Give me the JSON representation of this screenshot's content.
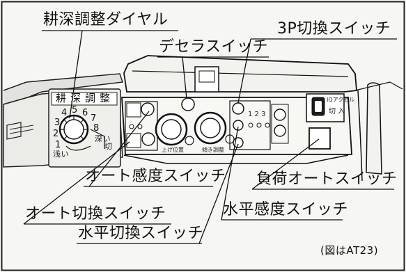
{
  "labels": {
    "depth_dial": "耕深調整ダイヤル",
    "deceleration_switch": "デセラスイッチ",
    "three_p_switch": "3P切換スイッチ",
    "auto_sensitivity_switch": "オート感度スイッチ",
    "load_auto_switch": "負荷オートスイッチ",
    "auto_switch": "オート切換スイッチ",
    "level_sensitivity_switch": "水平感度スイッチ",
    "level_switch": "水平切換スイッチ"
  },
  "caption": "(図はAT23)",
  "dial": {
    "title": "耕深調整",
    "scale": [
      "1",
      "2",
      "3",
      "4",
      "5",
      "6",
      "7",
      "8"
    ],
    "shallow": "浅い",
    "deep": "深い",
    "cut": "切"
  },
  "panel_marks": {
    "iq_accel": "IQアクセル",
    "off_on": "切 入",
    "three_p_numbers": "1 2 3",
    "up_down": "上げ位置",
    "tilt_adjust": "傾き調整"
  }
}
